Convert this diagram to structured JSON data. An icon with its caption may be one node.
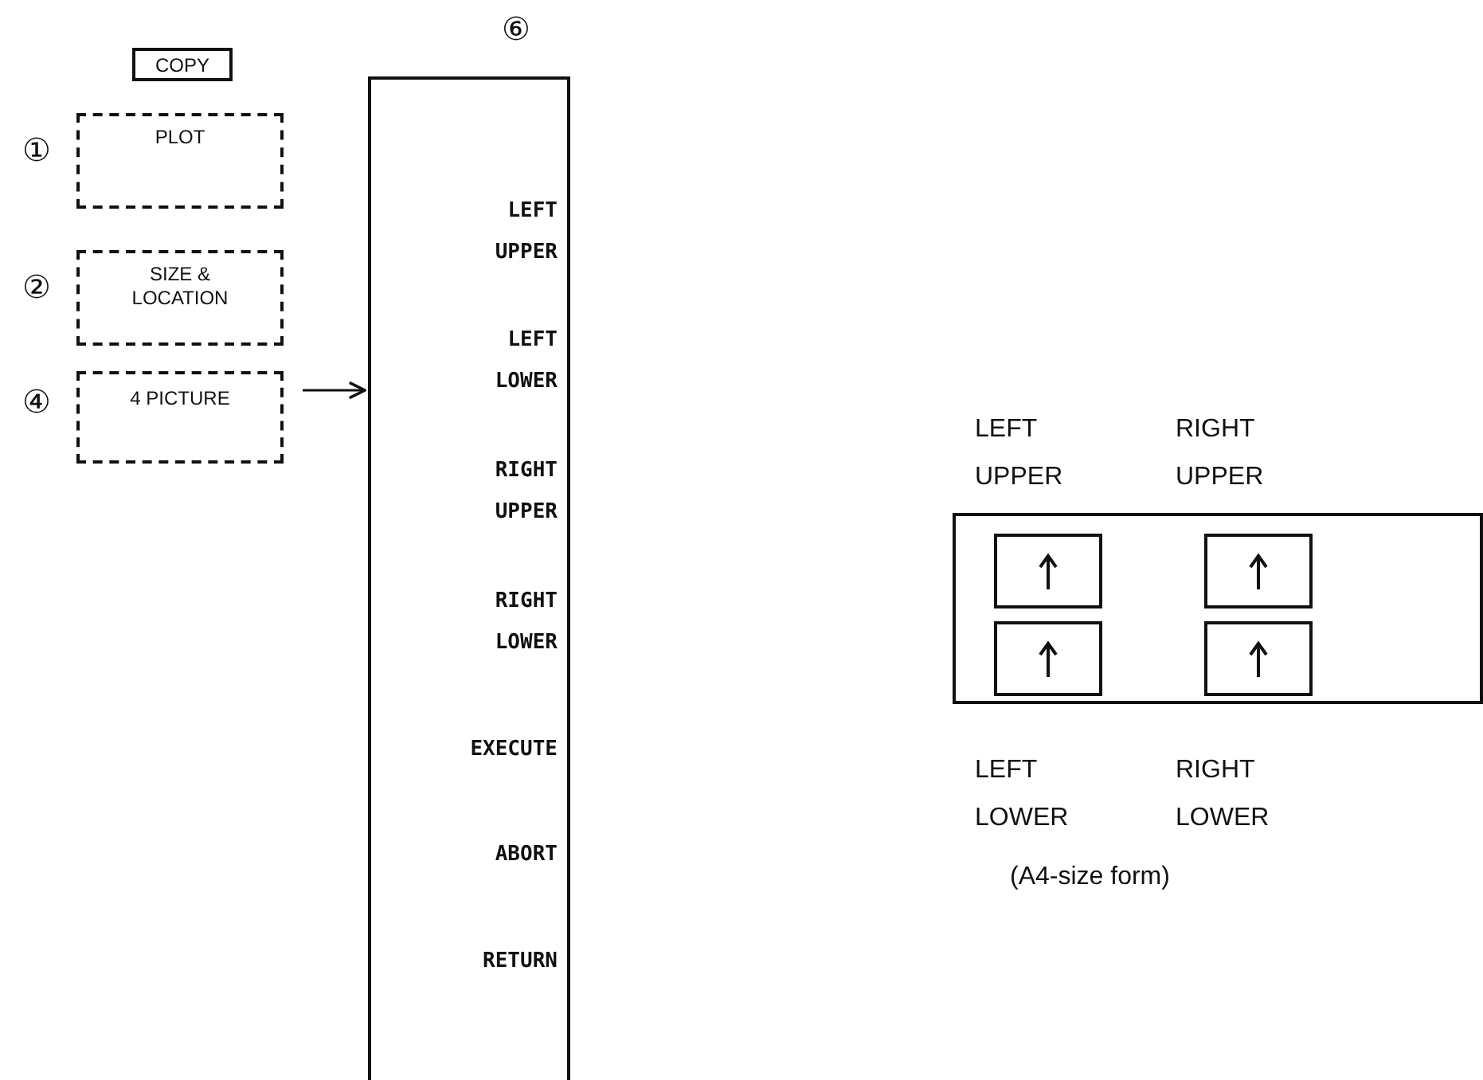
{
  "diagram": {
    "nodes": [
      {
        "text": [
          "COPY"
        ]
      },
      {
        "text": [
          "PLOT"
        ],
        "beside": [
          "①"
        ]
      },
      {
        "text": [
          "SIZE & LOCATION"
        ],
        "beside": [
          "②"
        ]
      },
      {
        "text": [
          "4 PICTURE"
        ],
        "beside": [
          "④"
        ]
      },
      {
        "text": [
          "LEFT UPPER",
          "LEFT LOWER",
          "RIGHT UPPER",
          "RIGHT LOWER",
          "EXECUTE",
          "ABORT",
          "RETURN"
        ],
        "beside": [
          "⑥"
        ]
      },
      {
        "text": [],
        "shape": "box",
        "beside": [
          "LEFT UPPER",
          "RIGHT UPPER",
          "LEFT LOWER",
          "RIGHT LOWER"
        ]
      },
      {
        "text": [],
        "shape": "box",
        "in": 5
      },
      {
        "text": [],
        "shape": "box",
        "in": 5
      },
      {
        "text": [],
        "shape": "box",
        "in": 5
      },
      {
        "text": [],
        "shape": "box",
        "in": 5
      }
    ],
    "edges": [
      {
        "from": 3,
        "to": 4,
        "arrow": "to"
      }
    ],
    "labels": [
      "(A4-size form)"
    ]
  }
}
